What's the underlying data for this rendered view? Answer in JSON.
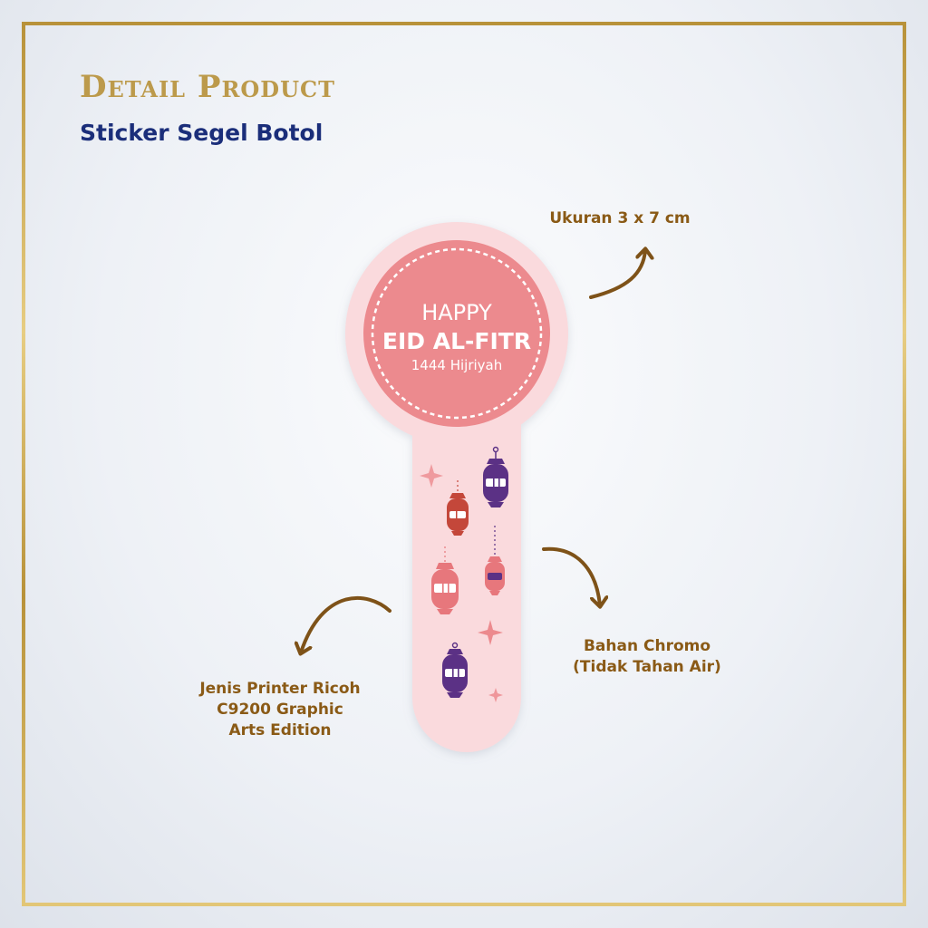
{
  "header": {
    "title": "Detail Product",
    "subtitle": "Sticker Segel Botol"
  },
  "sticker": {
    "line1": "HAPPY",
    "line2": "EID AL-FITR",
    "line3": "1444 Hijriyah"
  },
  "annotations": {
    "size": "Ukuran 3 x 7 cm",
    "material_line1": "Bahan Chromo",
    "material_line2": "(Tidak Tahan Air)",
    "printer_line1": "Jenis Printer Ricoh",
    "printer_line2": "C9200 Graphic",
    "printer_line3": "Arts Edition"
  },
  "colors": {
    "gold": "#bc9a4b",
    "navy": "#1b2e7a",
    "brown": "#8a5a16",
    "sticker_pink": "#fadadd",
    "circle_coral": "#ec8a8e",
    "lantern_purple": "#5b3185",
    "lantern_red": "#c4473a",
    "lantern_pink": "#e7777c"
  }
}
